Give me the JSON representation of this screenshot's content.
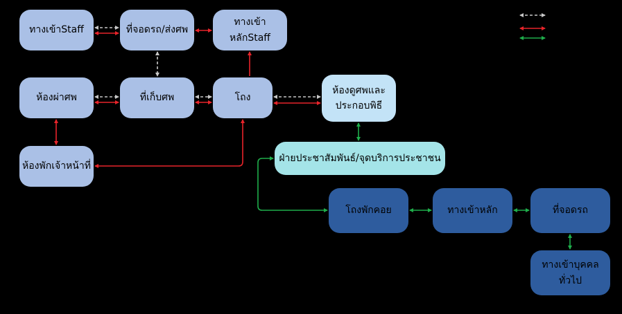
{
  "nodes": {
    "staff_entrance": "ทางเข้าStaff",
    "hearse_parking": "ที่จอดรถ/ส่งศพ",
    "main_staff_entrance": "ทางเข้าหลักStaff",
    "autopsy_room": "ห้องผ่าศพ",
    "body_storage": "ที่เก็บศพ",
    "hall": "โถง",
    "viewing_room_line1": "ห้องดูศพและ",
    "viewing_room_line2": "ประกอบพิธี",
    "staff_rest_room": "ห้องพักเจ้าหน้าที่",
    "public_relations": "ฝ่ายประชาสัมพันธ์/จุดบริการประชาชน",
    "waiting_hall": "โถงพักคอย",
    "main_entrance": "ทางเข้าหลัก",
    "parking": "ที่จอดรถ",
    "public_entrance": "ทางเข้าบุคคลทั่วไป"
  },
  "legend": [
    {
      "style": "dashed",
      "color": "#c8c8c8"
    },
    {
      "style": "solid",
      "color": "#e8242a"
    },
    {
      "style": "solid",
      "color": "#1fae4b"
    }
  ],
  "colors": {
    "background": "#000000",
    "light_node": "#aac0e6",
    "viewing_node": "#c3e3f7",
    "pr_node": "#a4e4e8",
    "dark_node": "#2e5c9e",
    "gray_edge": "#c8c8c8",
    "red_edge": "#e8242a",
    "green_edge": "#1fae4b"
  }
}
